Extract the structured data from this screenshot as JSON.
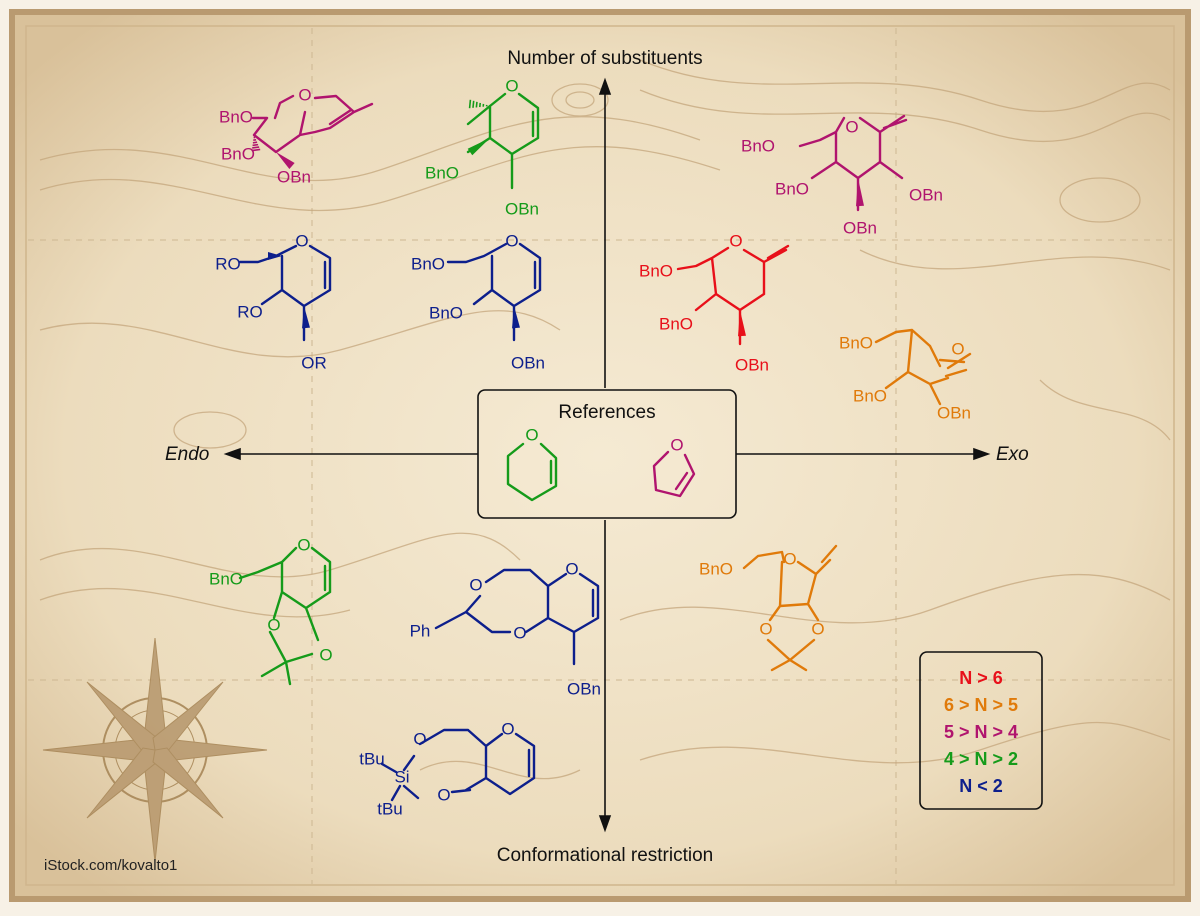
{
  "axes": {
    "top": "Number of substituents",
    "bottom": "Conformational restriction",
    "left": "Endo",
    "right": "Exo"
  },
  "references": {
    "title": "References"
  },
  "credit": "iStock.com/kovalto1",
  "legend": [
    {
      "text": "N > 6",
      "color": "#e8101a"
    },
    {
      "text": "6 > N > 5",
      "color": "#e07a0a"
    },
    {
      "text": "5 > N > 4",
      "color": "#b0146e"
    },
    {
      "text": "4 > N > 2",
      "color": "#159b1a"
    },
    {
      "text": "N < 2",
      "color": "#0d1f8c"
    }
  ],
  "colors": {
    "red": "#e8101a",
    "orange": "#e07a0a",
    "magenta": "#b0146e",
    "green": "#159b1a",
    "blue": "#0d1f8c",
    "map_background": "#efe2c8",
    "map_lines": "#b99a70"
  },
  "labels": {
    "bno": "BnO",
    "obn": "OBn",
    "ro": "RO",
    "or": "OR",
    "o": "O",
    "ph": "Ph",
    "si": "Si",
    "tbu": "tBu"
  },
  "decor": {
    "compass": "compass-rose-icon"
  }
}
